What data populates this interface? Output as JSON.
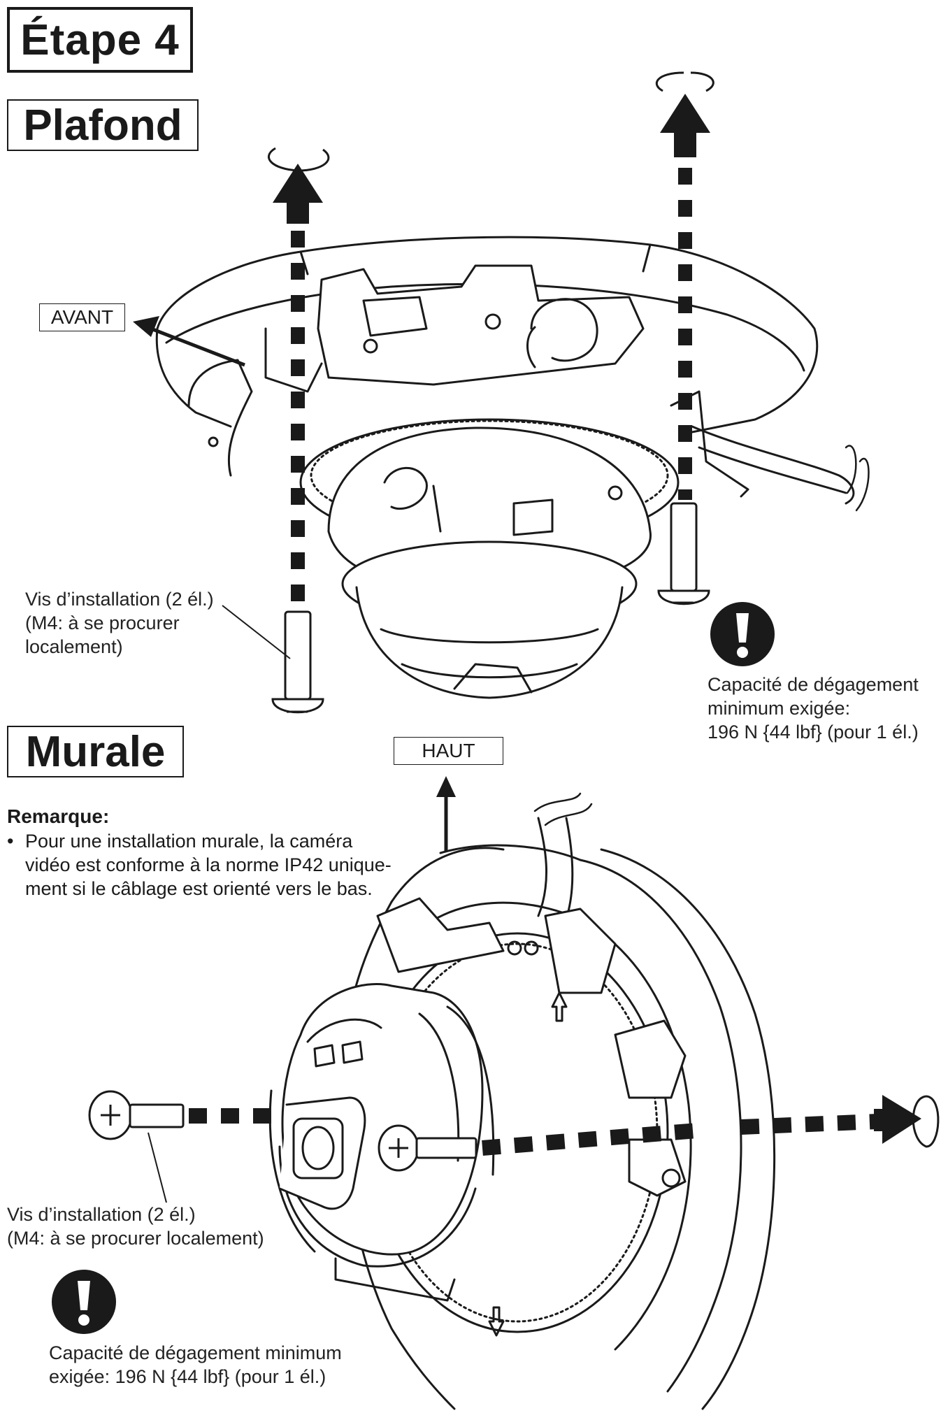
{
  "step_title": "Étape 4",
  "section_ceiling": "Plafond",
  "section_wall": "Murale",
  "label_front": "AVANT",
  "label_top": "HAUT",
  "ceiling_screw_note": [
    "Vis d’installation (2 él.)",
    "(M4: à se procurer",
    "localement)"
  ],
  "ceiling_warning": [
    "Capacité de dégagement",
    "minimum exigée:",
    "196 N {44 lbf} (pour 1 él.)"
  ],
  "remark_title": "Remarque:",
  "remark_bullet": "•",
  "remark_lines": [
    "Pour une installation murale, la caméra",
    "vidéo est conforme à la norme IP42 unique-",
    "ment si le câblage est orienté vers le bas."
  ],
  "wall_screw_note": [
    "Vis d’installation (2 él.)",
    "(M4: à se procurer localement)"
  ],
  "wall_warning": [
    "Capacité de dégagement minimum",
    "exigée: 196 N {44 lbf} (pour 1 él.)"
  ],
  "colors": {
    "ink": "#1a1a1a",
    "paper": "#ffffff"
  }
}
